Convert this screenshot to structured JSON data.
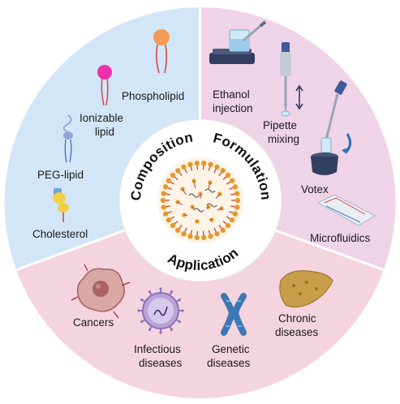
{
  "colors": {
    "composition_bg": "#d3e6f7",
    "formulation_bg": "#efd3e7",
    "application_bg": "#f4d4df",
    "inner_ring": "#ffffff",
    "core_bg": "#fdf3e6",
    "lipid_head": "#e49a2b",
    "lipid_tail": "#b73a35",
    "phospholipid_head": "#f39a57",
    "ionizable_head": "#ee2fa8",
    "peg_head": "#8fa7d6",
    "cholesterol": "#f3cf47",
    "cholesterol_ring": "#6fa6d8",
    "virus": "#8e74b8",
    "chromosome": "#3c78b4",
    "liver": "#c99e4a",
    "tumor": "#b97a78",
    "equipment": "#323f60"
  },
  "sectors": {
    "composition": "Composition",
    "formulation": "Formulation",
    "application": "Application"
  },
  "composition": {
    "phospholipid": "Phospholipid",
    "ionizable_1": "Ionizable",
    "ionizable_2": "lipid",
    "peg": "PEG-lipid",
    "cholesterol": "Cholesterol"
  },
  "formulation": {
    "ethanol_1": "Ethanol",
    "ethanol_2": "injection",
    "pipette_1": "Pipette",
    "pipette_2": "mixing",
    "votex": "Votex",
    "microfluidics": "Microfluidics"
  },
  "application": {
    "cancers": "Cancers",
    "infectious_1": "Infectious",
    "infectious_2": "diseases",
    "genetic_1": "Genetic",
    "genetic_2": "diseases",
    "chronic_1": "Chronic",
    "chronic_2": "diseases"
  }
}
